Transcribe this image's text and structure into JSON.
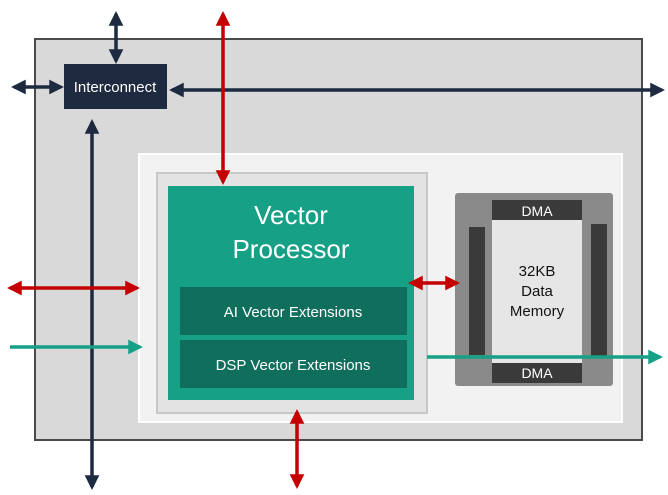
{
  "interconnect": {
    "label": "Interconnect"
  },
  "vector_processor": {
    "title_line1": "Vector",
    "title_line2": "Processor",
    "ai_extensions": "AI Vector Extensions",
    "dsp_extensions": "DSP Vector Extensions"
  },
  "memory": {
    "dma_top": "DMA",
    "dma_bottom": "DMA",
    "line1": "32KB",
    "line2": "Data",
    "line3": "Memory"
  },
  "colors": {
    "navy": "#1e2a40",
    "red": "#c40000",
    "teal": "#16a085",
    "teal_dark": "#0f6f5c",
    "outer_bg": "#d9d9d9",
    "inner_bg": "#f2f2f2",
    "memory_frame": "#8a8a8a"
  }
}
